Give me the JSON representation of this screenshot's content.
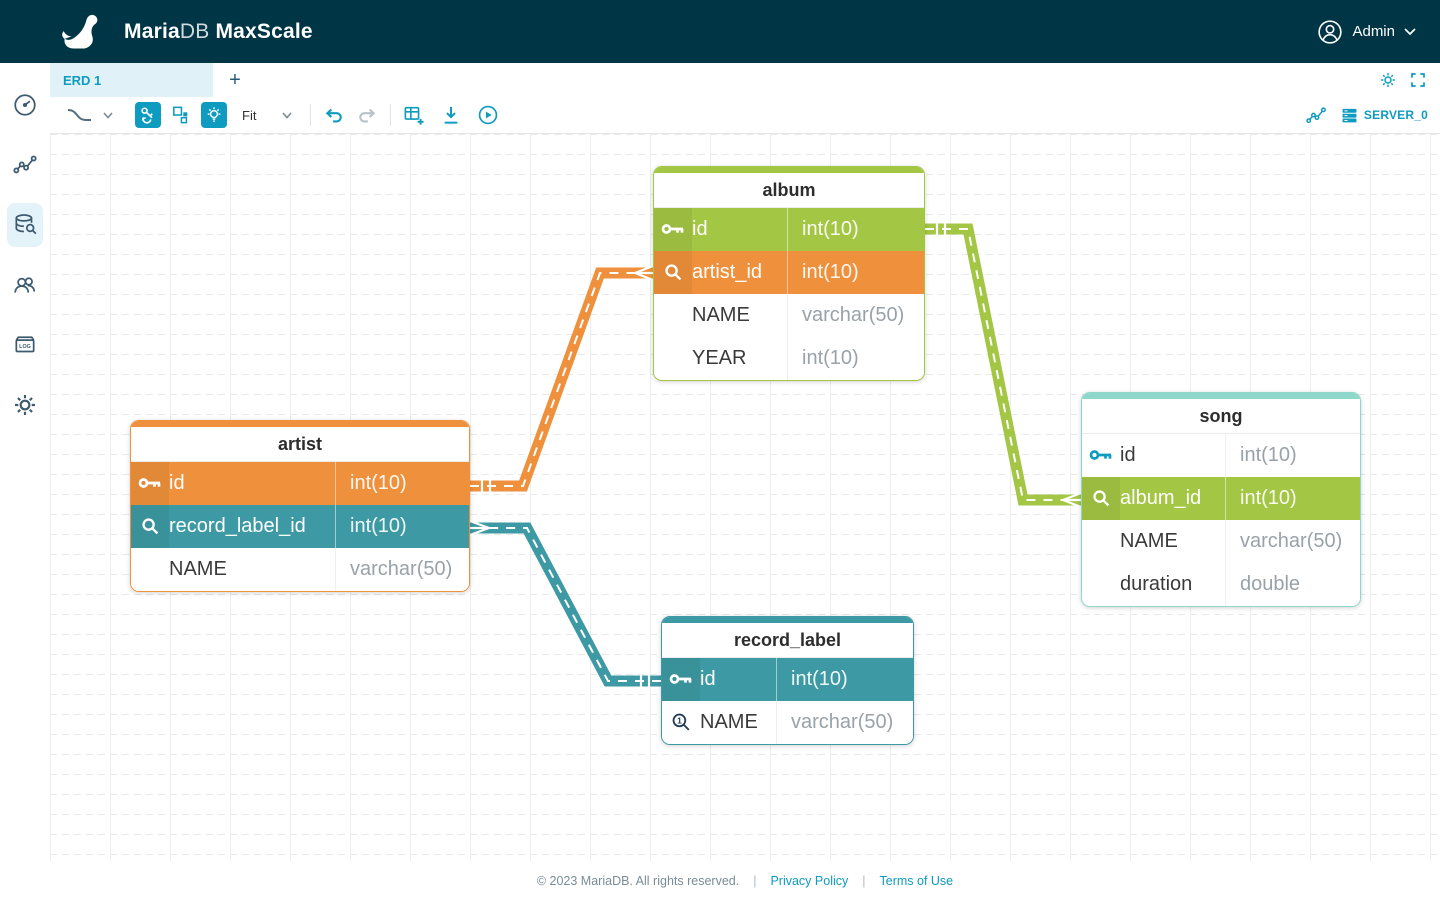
{
  "colors": {
    "navy": "#003545",
    "blue": "#0e9bc0",
    "green": "#a3c644",
    "orange": "#ef913c",
    "teal": "#3d99a3",
    "mint": "#8ed7cb",
    "iconNavy": "#3d5a6e",
    "uniqueNavy": "#1f3a52"
  },
  "header": {
    "brand": {
      "maria": "Maria",
      "db": "DB",
      "product": "MaxScale"
    },
    "user_label": "Admin"
  },
  "sidebar": {
    "items": [
      {
        "id": "dashboard",
        "icon": "gauge-icon"
      },
      {
        "id": "visualization",
        "icon": "graph-nodes-icon"
      },
      {
        "id": "query-editor",
        "icon": "database-search-icon",
        "active": true
      },
      {
        "id": "users",
        "icon": "users-icon"
      },
      {
        "id": "logs",
        "icon": "logs-archive-icon"
      },
      {
        "id": "settings",
        "icon": "gear-icon"
      }
    ]
  },
  "tabs": {
    "active_label": "ERD 1",
    "add_label": "+"
  },
  "toolbar": {
    "zoom_label": "Fit",
    "server_label": "SERVER_0",
    "icons": [
      "line-shape",
      "foreign-key-toggle",
      "entity-layout-toggle",
      "hint-toggle",
      "undo",
      "redo",
      "add-table",
      "export-diagram",
      "run-script",
      "er-diagram",
      "server"
    ]
  },
  "erd": {
    "tables": [
      {
        "name": "album",
        "rows": [
          {
            "icon": "primary-key",
            "name": "id",
            "type": "int(10)",
            "highlight": "green"
          },
          {
            "icon": "index",
            "name": "artist_id",
            "type": "int(10)",
            "highlight": "orange"
          },
          {
            "icon": null,
            "name": "NAME",
            "type": "varchar(50)",
            "highlight": null
          },
          {
            "icon": null,
            "name": "YEAR",
            "type": "int(10)",
            "highlight": null
          }
        ]
      },
      {
        "name": "artist",
        "rows": [
          {
            "icon": "primary-key",
            "name": "id",
            "type": "int(10)",
            "highlight": "orange"
          },
          {
            "icon": "index",
            "name": "record_label_id",
            "type": "int(10)",
            "highlight": "teal"
          },
          {
            "icon": null,
            "name": "NAME",
            "type": "varchar(50)",
            "highlight": null
          }
        ]
      },
      {
        "name": "song",
        "rows": [
          {
            "icon": "primary-key",
            "name": "id",
            "type": "int(10)",
            "highlight": null
          },
          {
            "icon": "index",
            "name": "album_id",
            "type": "int(10)",
            "highlight": "green"
          },
          {
            "icon": null,
            "name": "NAME",
            "type": "varchar(50)",
            "highlight": null
          },
          {
            "icon": null,
            "name": "duration",
            "type": "double",
            "highlight": null
          }
        ]
      },
      {
        "name": "record_label",
        "rows": [
          {
            "icon": "primary-key",
            "name": "id",
            "type": "int(10)",
            "highlight": "teal"
          },
          {
            "icon": "unique-index",
            "name": "NAME",
            "type": "varchar(50)",
            "highlight": null
          }
        ]
      }
    ],
    "relations": [
      {
        "from": "artist.id",
        "to": "album.artist_id",
        "cardinality": "one-to-many",
        "color": "orange"
      },
      {
        "from": "album.id",
        "to": "song.album_id",
        "cardinality": "one-to-many",
        "color": "green"
      },
      {
        "from": "record_label.id",
        "to": "artist.record_label_id",
        "cardinality": "one-to-many",
        "color": "teal"
      }
    ]
  },
  "footer": {
    "copyright": "© 2023 MariaDB. All rights reserved.",
    "separator": "|",
    "links": [
      "Privacy Policy",
      "Terms of Use"
    ]
  }
}
